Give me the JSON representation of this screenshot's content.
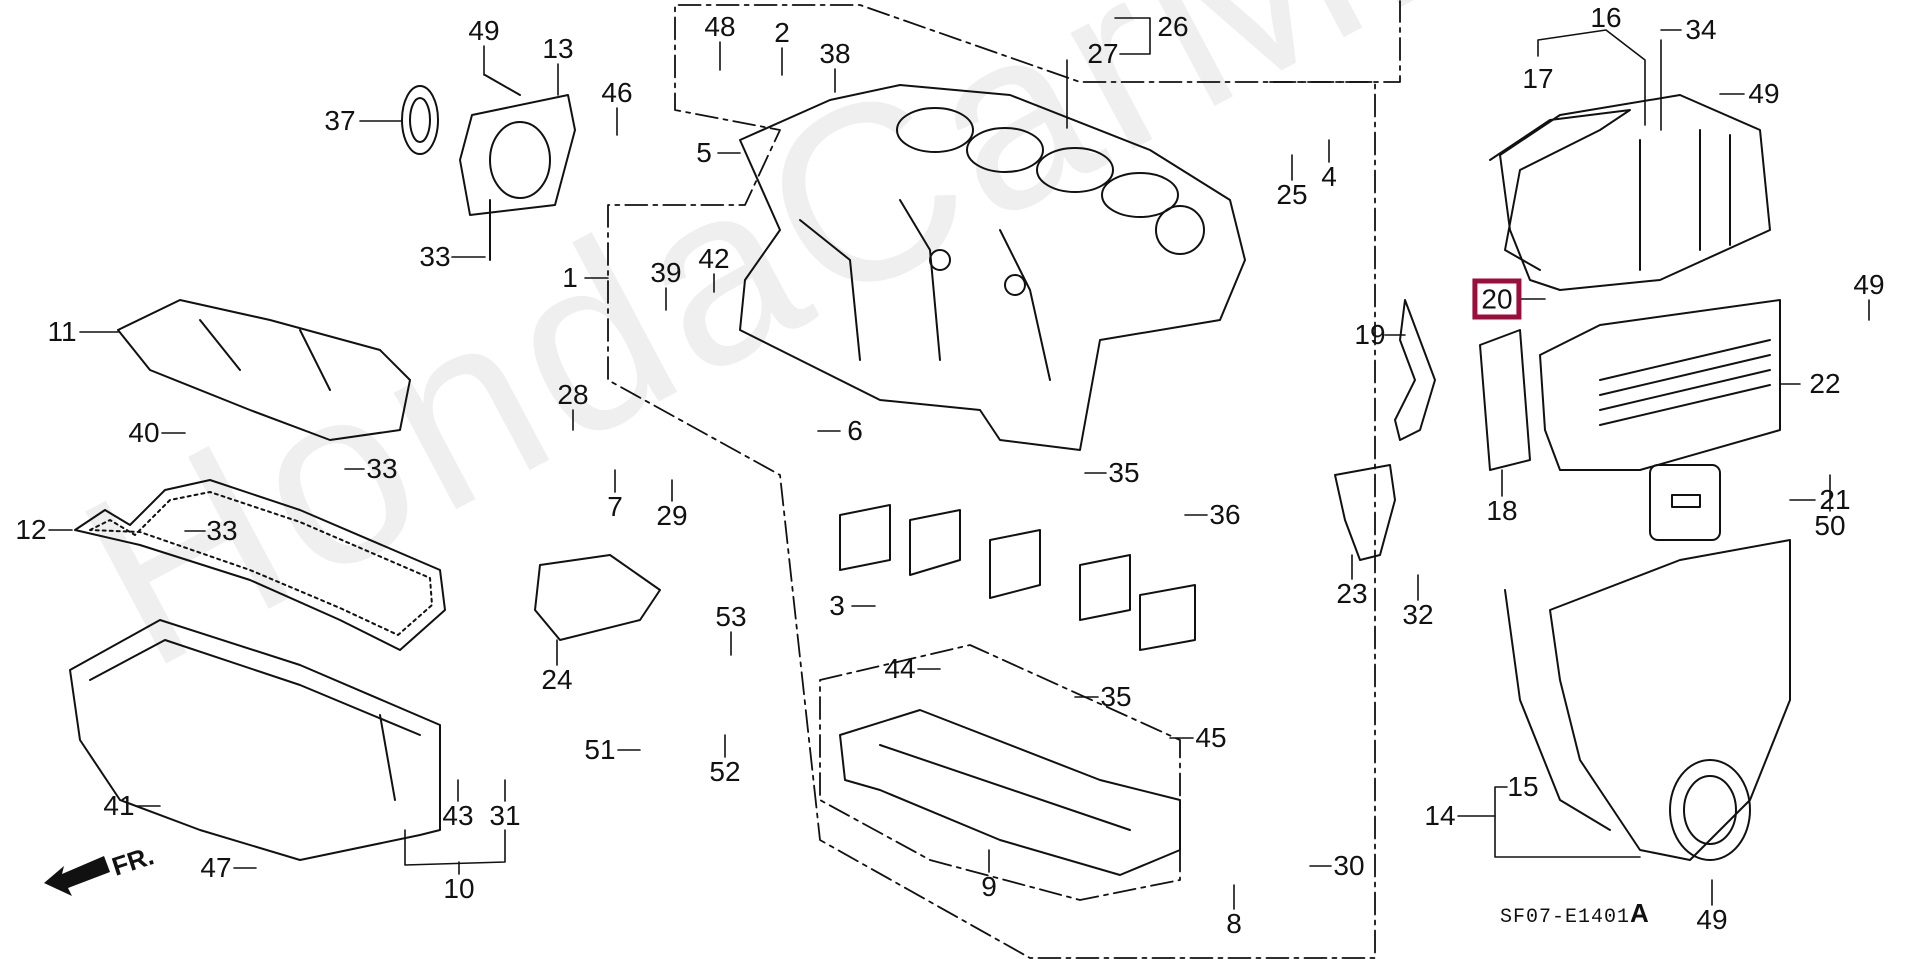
{
  "diagram": {
    "title": "Cylinder block / oil pan exploded parts diagram",
    "watermark": "HondaCarMine.ru",
    "diagram_code": "SF07-E1401",
    "diagram_code_suffix": "A",
    "front_indicator": "FR.",
    "highlight_color": "#9b0d3a",
    "highlighted_part": "20",
    "callouts": [
      {
        "id": "49a",
        "label": "49",
        "part": "bolt"
      },
      {
        "id": "13",
        "label": "13",
        "part": "rear oil seal housing"
      },
      {
        "id": "46",
        "label": "46",
        "part": "dowel pin"
      },
      {
        "id": "37",
        "label": "37",
        "part": "oil seal"
      },
      {
        "id": "33a",
        "label": "33",
        "part": "stud bolt"
      },
      {
        "id": "1",
        "label": "1",
        "part": "cylinder block"
      },
      {
        "id": "48",
        "label": "48",
        "part": "bolt"
      },
      {
        "id": "2",
        "label": "2",
        "part": "plug"
      },
      {
        "id": "38",
        "label": "38",
        "part": "washer"
      },
      {
        "id": "5",
        "label": "5",
        "part": "plate"
      },
      {
        "id": "26",
        "label": "26",
        "part": "sensor"
      },
      {
        "id": "27",
        "label": "27",
        "part": "washer"
      },
      {
        "id": "39",
        "label": "39",
        "part": "bolt"
      },
      {
        "id": "42",
        "label": "42",
        "part": "washer"
      },
      {
        "id": "25",
        "label": "25",
        "part": "o-ring"
      },
      {
        "id": "4",
        "label": "4",
        "part": "fitting"
      },
      {
        "id": "16",
        "label": "16",
        "part": "upper timing cover"
      },
      {
        "id": "17",
        "label": "17",
        "part": "cover gasket"
      },
      {
        "id": "34",
        "label": "34",
        "part": "nut"
      },
      {
        "id": "49b",
        "label": "49",
        "part": "bolt"
      },
      {
        "id": "20",
        "label": "20",
        "part": "cover gasket"
      },
      {
        "id": "49c",
        "label": "49",
        "part": "bolt"
      },
      {
        "id": "19",
        "label": "19",
        "part": "bracket"
      },
      {
        "id": "22",
        "label": "22",
        "part": "middle cover"
      },
      {
        "id": "18",
        "label": "18",
        "part": "cover"
      },
      {
        "id": "21",
        "label": "21",
        "part": "seal"
      },
      {
        "id": "50",
        "label": "50",
        "part": "bolt"
      },
      {
        "id": "23",
        "label": "23",
        "part": "bracket"
      },
      {
        "id": "32",
        "label": "32",
        "part": "bolt"
      },
      {
        "id": "11",
        "label": "11",
        "part": "baffle plate"
      },
      {
        "id": "40",
        "label": "40",
        "part": "bolt"
      },
      {
        "id": "28",
        "label": "28",
        "part": "bolt"
      },
      {
        "id": "6",
        "label": "6",
        "part": "dipstick tube"
      },
      {
        "id": "7",
        "label": "7",
        "part": "clamp"
      },
      {
        "id": "29",
        "label": "29",
        "part": "bolt"
      },
      {
        "id": "35a",
        "label": "35",
        "part": "dowel"
      },
      {
        "id": "36",
        "label": "36",
        "part": "dowel"
      },
      {
        "id": "33b",
        "label": "33",
        "part": "stud bolt"
      },
      {
        "id": "12",
        "label": "12",
        "part": "oil pan gasket"
      },
      {
        "id": "33c",
        "label": "33",
        "part": "stud bolt"
      },
      {
        "id": "3",
        "label": "3",
        "part": "plug"
      },
      {
        "id": "53",
        "label": "53",
        "part": "bolt"
      },
      {
        "id": "24",
        "label": "24",
        "part": "stiffener"
      },
      {
        "id": "44",
        "label": "44",
        "part": "dowel"
      },
      {
        "id": "35b",
        "label": "35",
        "part": "dowel"
      },
      {
        "id": "45",
        "label": "45",
        "part": "dowel"
      },
      {
        "id": "51",
        "label": "51",
        "part": "bolt"
      },
      {
        "id": "52",
        "label": "52",
        "part": "bolt"
      },
      {
        "id": "15",
        "label": "15",
        "part": "gasket"
      },
      {
        "id": "14",
        "label": "14",
        "part": "lower timing cover"
      },
      {
        "id": "41",
        "label": "41",
        "part": "nut"
      },
      {
        "id": "43",
        "label": "43",
        "part": "washer"
      },
      {
        "id": "31",
        "label": "31",
        "part": "drain bolt"
      },
      {
        "id": "9",
        "label": "9",
        "part": "bearing cap bridge"
      },
      {
        "id": "30",
        "label": "30",
        "part": "bolt"
      },
      {
        "id": "47",
        "label": "47",
        "part": "bolt"
      },
      {
        "id": "10",
        "label": "10",
        "part": "oil pan"
      },
      {
        "id": "8",
        "label": "8",
        "part": "plug"
      },
      {
        "id": "49d",
        "label": "49",
        "part": "bolt"
      }
    ]
  }
}
